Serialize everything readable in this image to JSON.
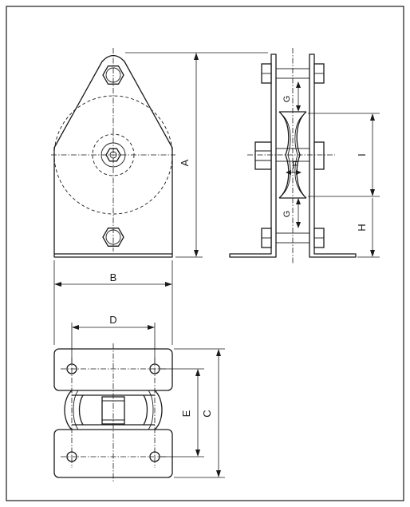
{
  "dimension_labels": {
    "a": "A",
    "b": "B",
    "c": "C",
    "d": "D",
    "e": "E",
    "f": "F",
    "g": "G",
    "h": "H",
    "i": "I"
  }
}
